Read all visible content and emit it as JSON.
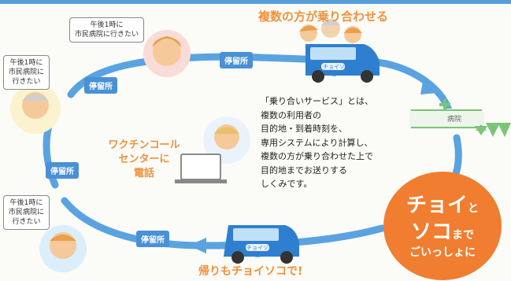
{
  "headline_top": "複数の方が乗り合わせる",
  "stops": {
    "top": "停留所",
    "left_upper": "停留所",
    "left_lower": "停留所",
    "bottom": "停留所"
  },
  "bubbles": {
    "top_person": [
      "午後1時に",
      "市民病院に行きたい"
    ],
    "left_person": [
      "午後1時に",
      "市民病院に",
      "行きたい"
    ],
    "bottom_person": [
      "午後1時に",
      "市民病院に",
      "行きたい"
    ]
  },
  "call_center": [
    "ワクチンコール",
    "センターに",
    "電話"
  ],
  "explanation": [
    "「乗り合いサービス」とは、",
    "複数の利用者の",
    "目的地・到着時刻を、",
    "専用システムにより計算し、",
    "複数の方が乗り合わせた上で",
    "目的地までお送りする",
    "しくみです。"
  ],
  "hospital_label": "病院",
  "van_logo": "チョイソコ",
  "slogan": {
    "line1_big": "チョイ",
    "line1_small": "と",
    "line2_big": "ソコ",
    "line2_small": "まで",
    "line3": "ごいっしょに"
  },
  "bottom_caption": "帰りもチョイソコで!",
  "colors": {
    "route_blue": "#5aa3e0",
    "stop_blue": "#4a90d6",
    "orange": "#f07d30",
    "van_blue": "#2f7fd0"
  }
}
